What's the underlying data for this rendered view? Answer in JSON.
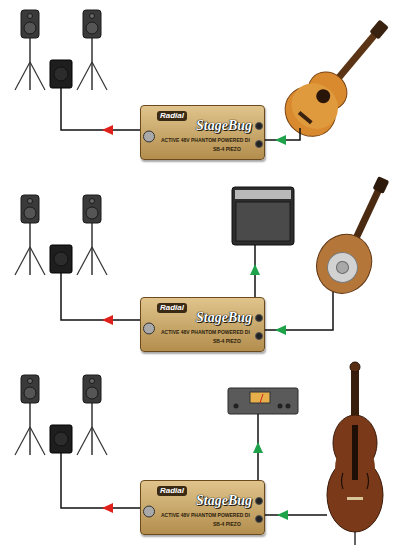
{
  "diagram": {
    "nodes": [
      {
        "text": [
          "Radial",
          "StageBug",
          "ACTIVE 48V PHANTOM POWERED DI",
          "SB-4 PIEZO"
        ]
      },
      {
        "text": [
          "Radial",
          "StageBug",
          "ACTIVE 48V PHANTOM POWERED DI",
          "SB-4 PIEZO"
        ]
      },
      {
        "text": [
          "Radial",
          "StageBug",
          "ACTIVE 48V PHANTOM POWERED DI",
          "SB-4 PIEZO"
        ]
      }
    ]
  }
}
